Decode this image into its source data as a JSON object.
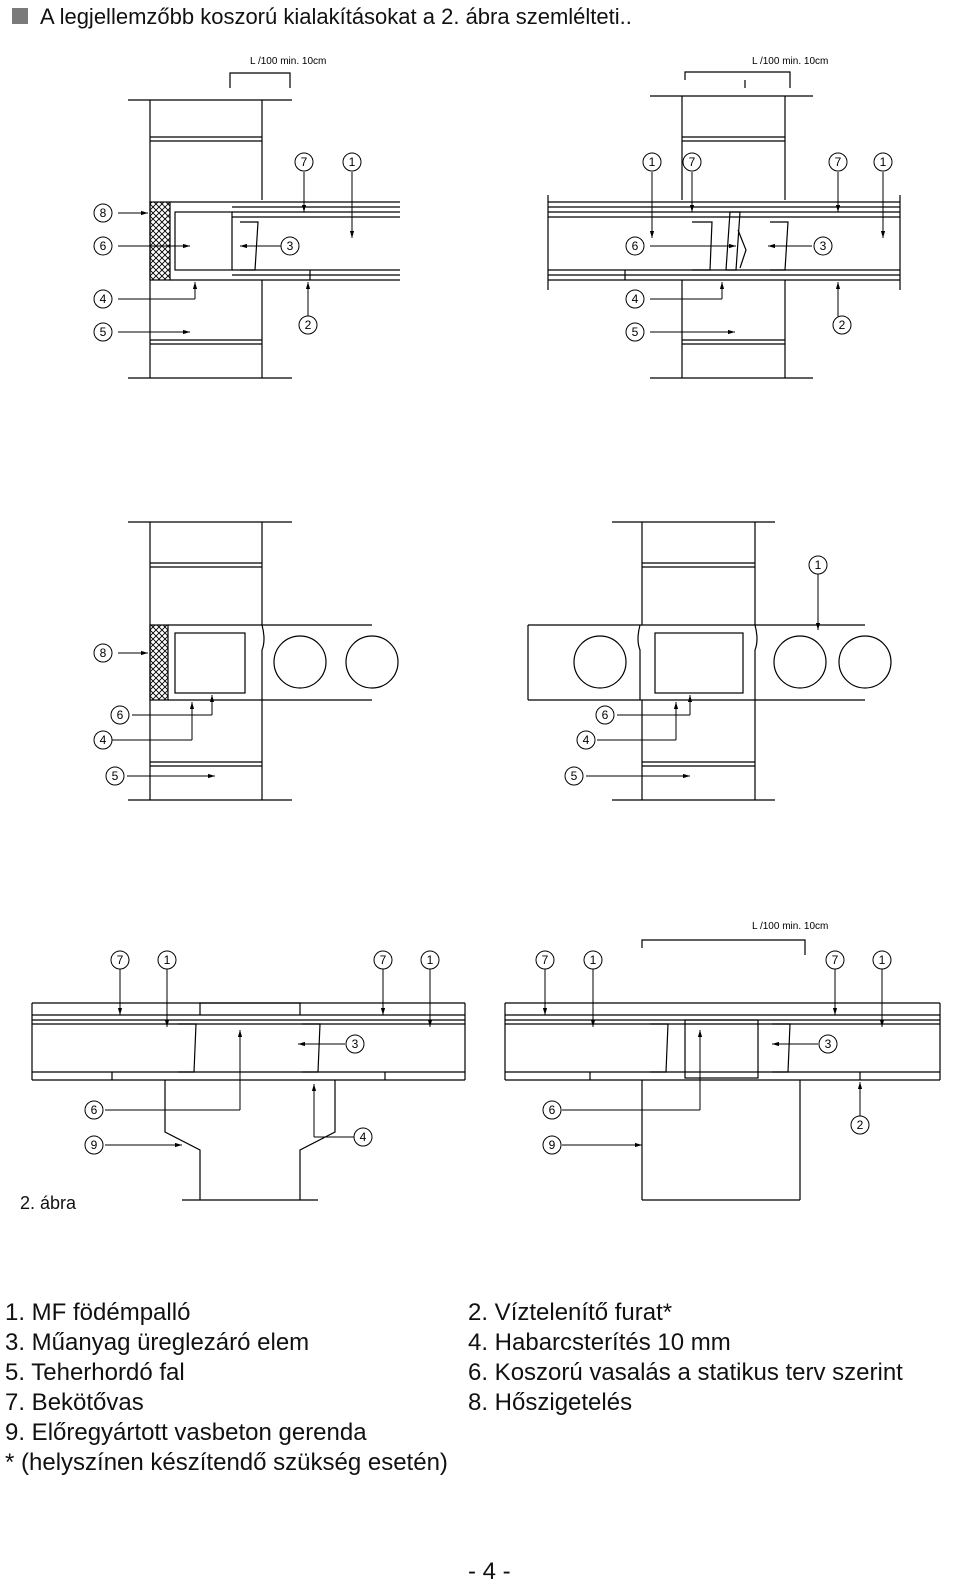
{
  "heading": "A legjellemzőbb koszorú kialakításokat a 2. ábra szemlélteti..",
  "figure_label": "2. ábra",
  "dimension_label": "L /100   min. 10cm",
  "legend_left": [
    "1. MF födémpalló",
    "3. Műanyag üreglezáró elem",
    "5. Teherhordó fal",
    "7. Bekötővas",
    "9. Előregyártott vasbeton gerenda",
    "* (helyszínen készítendő szükség esetén)"
  ],
  "legend_right": [
    "2. Víztelenítő furat*",
    "4. Habarcsterítés 10 mm",
    "6. Koszorú vasalás a statikus terv szerint",
    "8. Hőszigetelés"
  ],
  "page_number": "- 4 -",
  "colors": {
    "line": "#000000",
    "bullet": "#7a7a7a"
  }
}
